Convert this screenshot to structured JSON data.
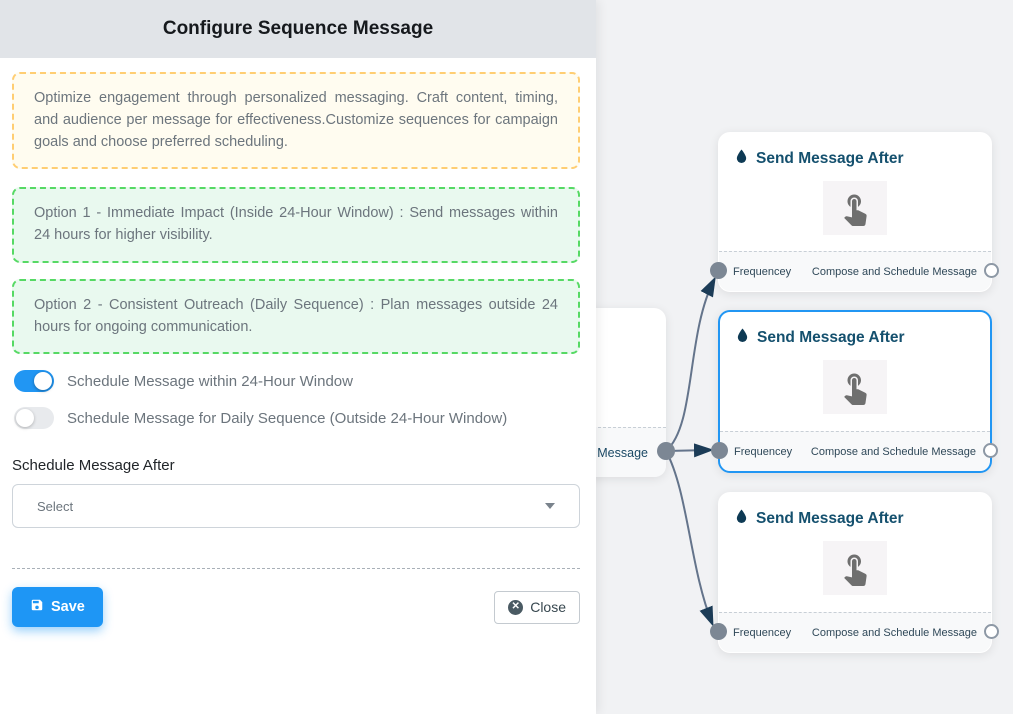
{
  "panel": {
    "title": "Configure Sequence Message",
    "intro": "Optimize engagement through personalized messaging. Craft content, timing, and audience per message for effectiveness.Customize sequences for campaign goals and choose preferred scheduling.",
    "option1": "Option 1 - Immediate Impact (Inside 24-Hour Window) : Send messages within 24 hours for higher visibility.",
    "option2": "Option 2 - Consistent Outreach (Daily Sequence) : Plan messages outside 24 hours for ongoing communication.",
    "toggles": [
      {
        "label": "Schedule Message within 24-Hour Window",
        "state": "on"
      },
      {
        "label": "Schedule Message for Daily Sequence (Outside 24-Hour Window)",
        "state": "off"
      }
    ],
    "schedule_after": {
      "label": "Schedule Message After",
      "value": "Select"
    },
    "save_label": "Save",
    "close_label": "Close"
  },
  "flow": {
    "partial_node_label": "ce Message",
    "nodes": [
      {
        "title": "Send Message After",
        "footer_left": "Frequencey",
        "footer_right": "Compose and Schedule Message",
        "selected": false
      },
      {
        "title": "Send Message After",
        "footer_left": "Frequencey",
        "footer_right": "Compose and Schedule Message",
        "selected": true
      },
      {
        "title": "Send Message After",
        "footer_left": "Frequencey",
        "footer_right": "Compose and Schedule Message",
        "selected": false
      }
    ]
  },
  "colors": {
    "accent_blue": "#2196f3",
    "save_button": "#1e96f5",
    "header_bg": "#e1e4e8",
    "canvas_bg": "#f1f2f4",
    "yellow_border": "#ffce73",
    "yellow_bg": "#fffcf0",
    "green_border": "#56d964",
    "green_bg": "#e9f9ef",
    "node_title": "#14506e",
    "edge": "#64748b",
    "arrow": "#1c3c57",
    "connector_fill": "#7c8794"
  }
}
